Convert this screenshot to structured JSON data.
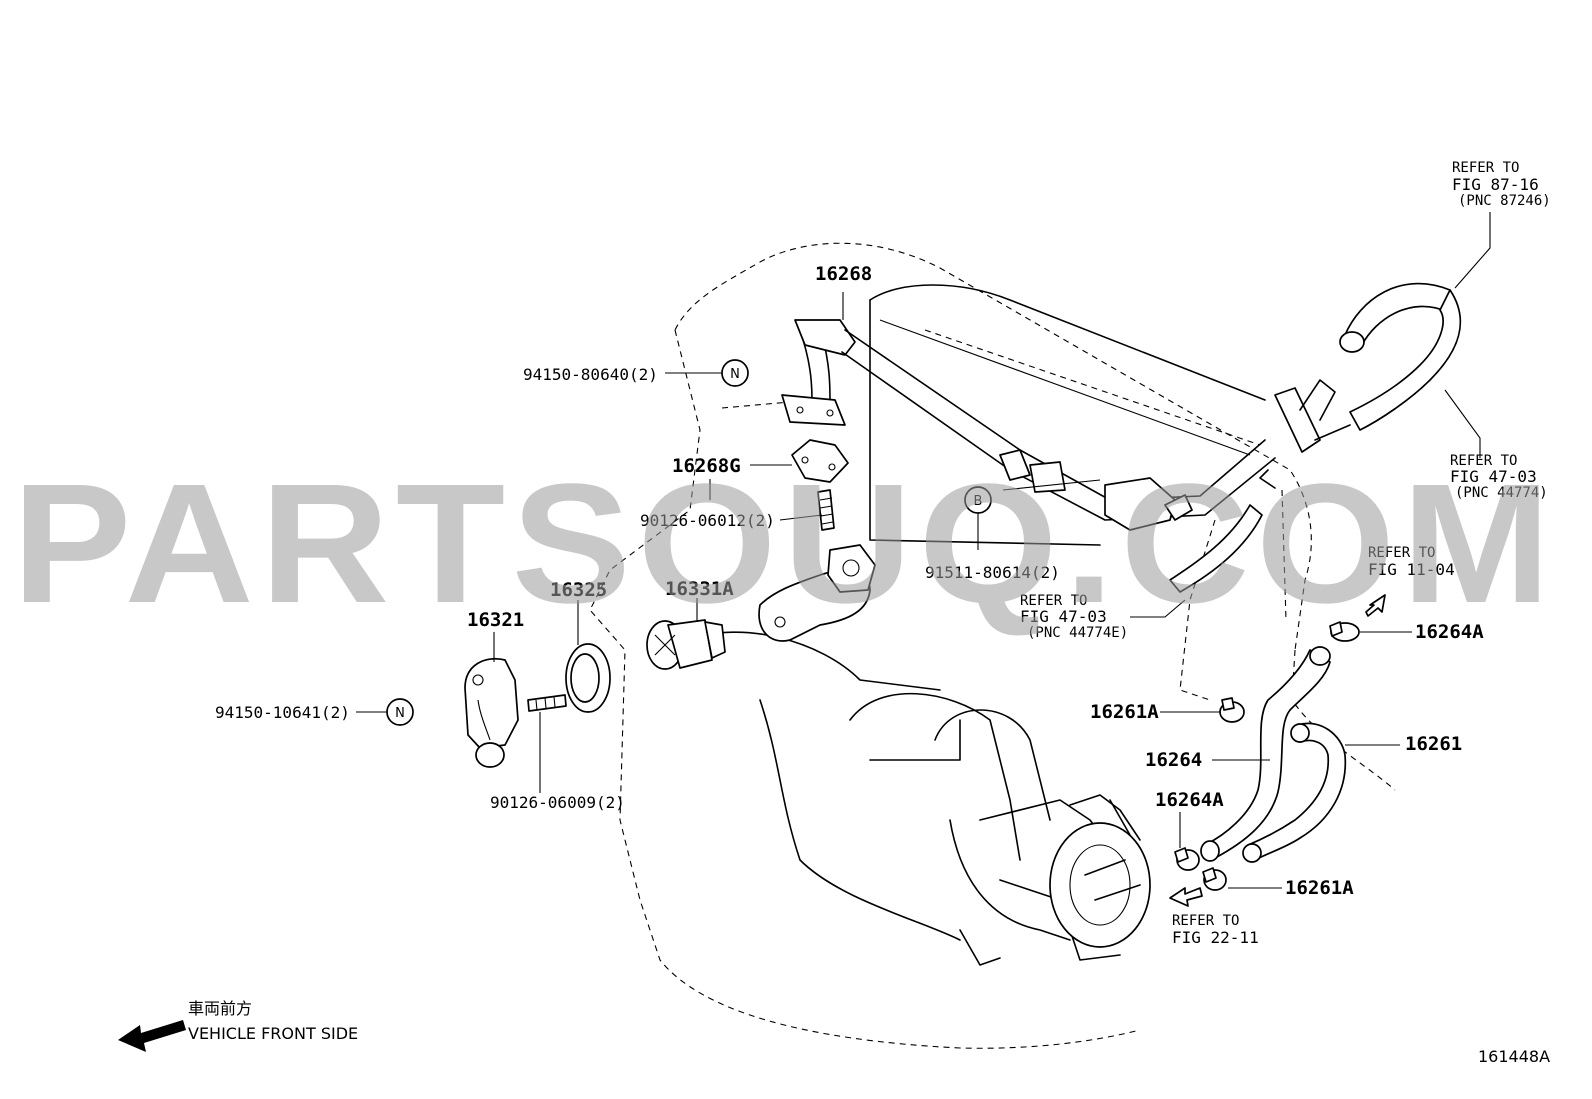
{
  "watermark": "PARTSOUQ.COM",
  "diagram_id": "161448A",
  "front_side": {
    "jp": "車両前方",
    "en": "VEHICLE FRONT SIDE"
  },
  "parts": {
    "p16268": "16268",
    "p94150_80640": "94150-80640(2)",
    "p16268G": "16268G",
    "p90126_06012": "90126-06012(2)",
    "p91511_80614": "91511-80614(2)",
    "p16325": "16325",
    "p16331A": "16331A",
    "p16321": "16321",
    "p94150_10641": "94150-10641(2)",
    "p90126_06009": "90126-06009(2)",
    "p16264A_top": "16264A",
    "p16261A_top": "16261A",
    "p16261": "16261",
    "p16264": "16264",
    "p16264A_bot": "16264A",
    "p16261A_bot": "16261A"
  },
  "circles": {
    "n1": "N",
    "n2": "N",
    "b": "B"
  },
  "refs": {
    "r8716": {
      "l1": "REFER TO",
      "l2": "FIG 87-16",
      "l3": "(PNC 87246)"
    },
    "r4703a": {
      "l1": "REFER TO",
      "l2": "FIG 47-03",
      "l3": "(PNC 44774)"
    },
    "r4703b": {
      "l1": "REFER TO",
      "l2": "FIG 47-03",
      "l3": "(PNC 44774E)"
    },
    "r1104": {
      "l1": "REFER TO",
      "l2": "FIG 11-04"
    },
    "r2211": {
      "l1": "REFER TO",
      "l2": "FIG 22-11"
    }
  }
}
